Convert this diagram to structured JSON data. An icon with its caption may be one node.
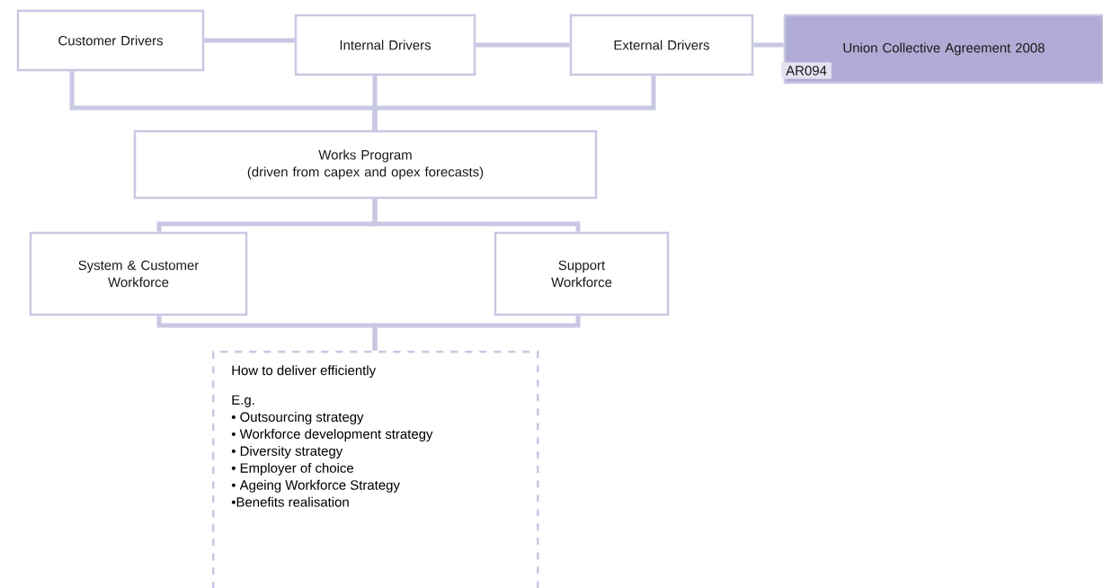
{
  "diagram": {
    "nodes": [
      {
        "text": [
          "Customer Drivers"
        ]
      },
      {
        "text": [
          "Internal Drivers"
        ]
      },
      {
        "text": [
          "External Drivers"
        ]
      },
      {
        "text": [
          "Union Collective Agreement 2008",
          "AR094"
        ]
      },
      {
        "text": [
          "Works Program",
          "(driven from capex and opex forecasts)"
        ]
      },
      {
        "text": [
          "System & Customer Workforce"
        ]
      },
      {
        "text": [
          "Support Workforce"
        ]
      },
      {
        "text": [
          "How to deliver efficiently",
          "E.g.",
          "• Outsourcing strategy",
          "• Workforce development strategy",
          "• Diversity strategy",
          "• Employer of choice",
          "• Ageing Workforce Strategy",
          "•Benefits realisation"
        ]
      }
    ],
    "edges": [
      {
        "from": 0,
        "to": 1,
        "arrow": "none"
      },
      {
        "from": 1,
        "to": 2,
        "arrow": "none"
      },
      {
        "from": 2,
        "to": 3,
        "arrow": "none"
      },
      {
        "from": 0,
        "to": 4,
        "arrow": "none"
      },
      {
        "from": 1,
        "to": 4,
        "arrow": "none"
      },
      {
        "from": 2,
        "to": 4,
        "arrow": "none"
      },
      {
        "from": 4,
        "to": 5,
        "arrow": "none"
      },
      {
        "from": 4,
        "to": 6,
        "arrow": "none"
      },
      {
        "from": 5,
        "to": 7,
        "arrow": "none"
      },
      {
        "from": 6,
        "to": 7,
        "arrow": "none"
      }
    ]
  }
}
